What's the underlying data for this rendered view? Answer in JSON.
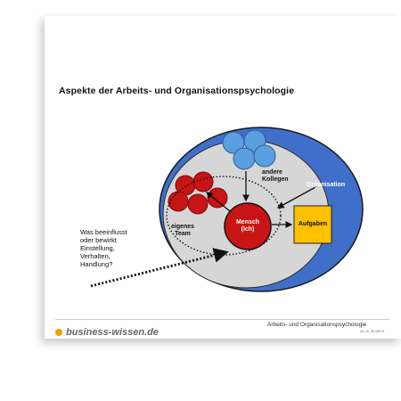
{
  "title": "Aspekte der Arbeits- und Organisationspsychologie",
  "diagram": {
    "organisation_label": "Organisation",
    "colleagues_label_line1": "andere",
    "colleagues_label_line2": "Kollegen",
    "team_label_line1": "eigenes",
    "team_label_line2": "Team",
    "person_label_line1": "Mensch",
    "person_label_line2": "(Ich)",
    "tasks_label": "Aufgaben",
    "question_lines": [
      "Was beeinflusst",
      "oder bewirkt",
      "Einstellung,",
      "Verhalten,",
      "Handlung?"
    ]
  },
  "footer": {
    "brand": "business-wissen.de",
    "document_title": "Arbeits- und Organisationspsychologie",
    "article_number": "Art.-Nr. 38.085.01"
  },
  "colors": {
    "organisation_blue": "#3f6fc8",
    "inner_gray": "#d6d6d6",
    "colleague_blue": "#5a9fe0",
    "team_red": "#c81414",
    "tasks_yellow": "#ffc200",
    "brand_orange": "#f5a000"
  }
}
